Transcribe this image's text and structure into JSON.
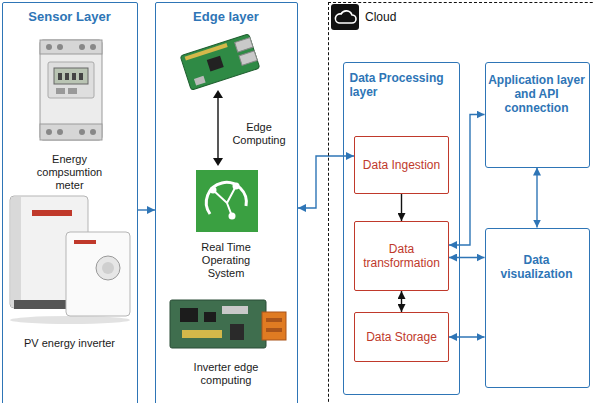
{
  "diagram": {
    "nodes": [
      {
        "text": [
          "Sensor Layer",
          "Energy compsumtion meter",
          "PV energy inverter"
        ]
      },
      {
        "text": [
          "Edge layer",
          "Edge Computing",
          "Real Time Operating System",
          "Inverter edge computing"
        ]
      },
      {
        "text": [
          "Cloud"
        ]
      },
      {
        "text": [
          "Data Processing layer"
        ],
        "in": 2
      },
      {
        "text": [
          "Data Ingestion"
        ],
        "in": 3
      },
      {
        "text": [
          "Data transformation"
        ],
        "in": 3
      },
      {
        "text": [
          "Data Storage"
        ],
        "in": 3
      },
      {
        "text": [
          "Application layer and API connection"
        ],
        "in": 2
      },
      {
        "text": [
          "Data visualization"
        ],
        "in": 2
      }
    ],
    "edges": [
      {
        "from": 0,
        "to": 1,
        "arrow": "to"
      },
      {
        "from": 1,
        "to": 4,
        "arrow": "both"
      },
      {
        "from": 4,
        "to": 5,
        "arrow": "to"
      },
      {
        "from": 5,
        "to": 6,
        "arrow": "both"
      },
      {
        "from": 5,
        "to": 7,
        "arrow": "both"
      },
      {
        "from": 5,
        "to": 8,
        "arrow": "both"
      },
      {
        "from": 7,
        "to": 8,
        "arrow": "both"
      },
      {
        "from": 6,
        "to": 8,
        "arrow": "both"
      }
    ]
  }
}
